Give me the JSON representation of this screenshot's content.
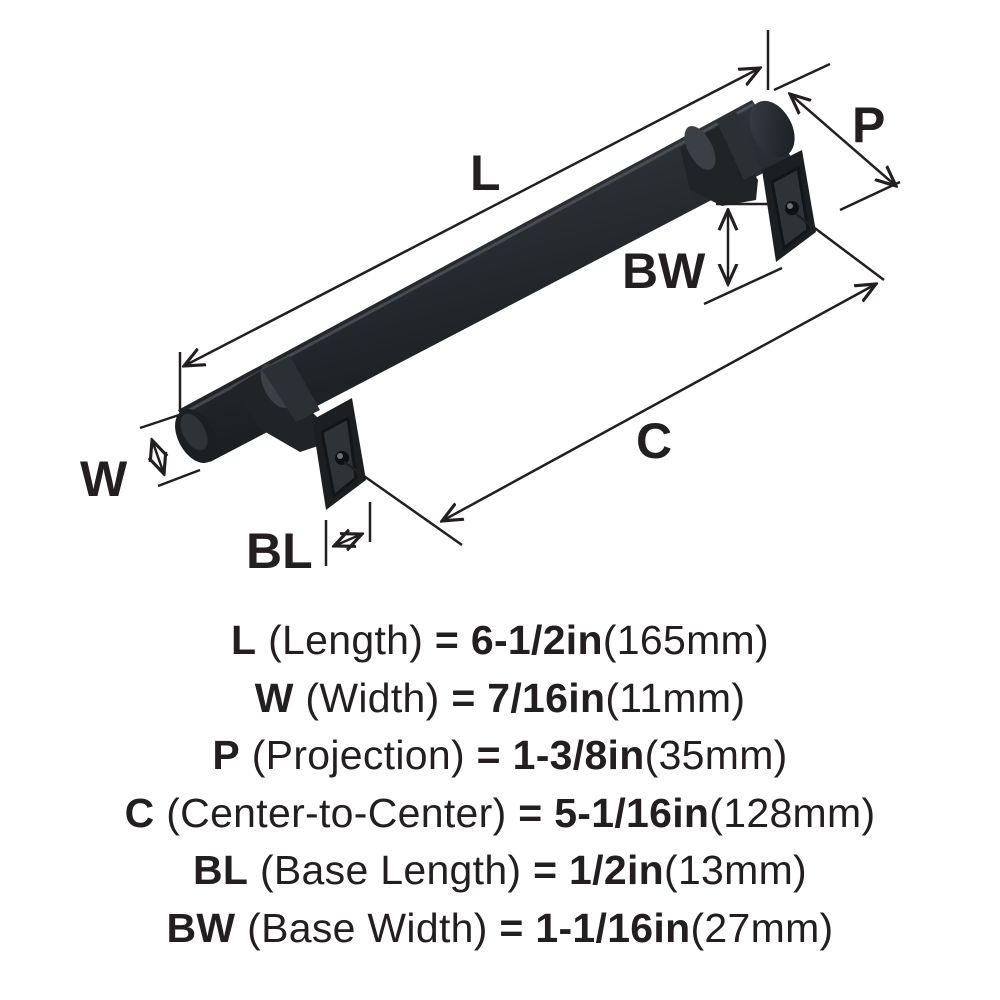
{
  "colors": {
    "ink": "#231f20",
    "finish_dark": "#1c1f22",
    "finish_mid": "#2e3338",
    "finish_highlight": "#4a5158",
    "background": "#ffffff"
  },
  "diagram": {
    "labels": {
      "L": "L",
      "P": "P",
      "BW": "BW",
      "C": "C",
      "W": "W",
      "BL": "BL"
    }
  },
  "specs": [
    {
      "code": "L",
      "desc": "(Length)",
      "eq": "=",
      "imperial": "6-1/2in",
      "metric": "(165mm)"
    },
    {
      "code": "W",
      "desc": "(Width)",
      "eq": "=",
      "imperial": "7/16in",
      "metric": "(11mm)"
    },
    {
      "code": "P",
      "desc": "(Projection)",
      "eq": "=",
      "imperial": "1-3/8in",
      "metric": "(35mm)"
    },
    {
      "code": "C",
      "desc": "(Center-to-Center)",
      "eq": "=",
      "imperial": "5-1/16in",
      "metric": "(128mm)"
    },
    {
      "code": "BL",
      "desc": "(Base Length)",
      "eq": "=",
      "imperial": "1/2in",
      "metric": "(13mm)"
    },
    {
      "code": "BW",
      "desc": "(Base Width)",
      "eq": "=",
      "imperial": "1-1/16in",
      "metric": "(27mm)"
    }
  ]
}
